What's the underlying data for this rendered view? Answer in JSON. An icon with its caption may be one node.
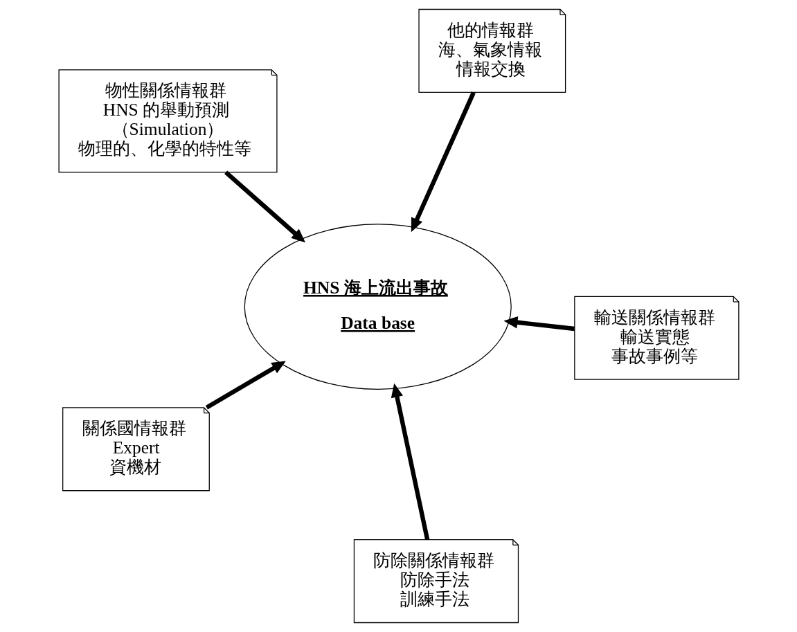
{
  "diagram": {
    "nodes": [
      {
        "text": [
          "物性關係情報群",
          "HNS 的舉動預測",
          "（Simulation）",
          "物理的、化學的特性等"
        ]
      },
      {
        "text": [
          "輸送關係情報群",
          "輸送實態",
          "事故事例等"
        ]
      },
      {
        "text": [
          "防除關係情報群",
          "防除手法",
          "訓練手法"
        ]
      },
      {
        "text": [
          "HNS 海上流出事故",
          "Data base"
        ]
      },
      {
        "text": [
          "他的情報群",
          "海、氣象情報",
          "情報交換"
        ]
      },
      {
        "text": [
          "關係國情報群",
          "Expert",
          "資機材"
        ]
      }
    ],
    "edges": [
      {
        "from": 0,
        "to": 3,
        "arrow": "to"
      },
      {
        "from": 1,
        "to": 3,
        "arrow": "to"
      },
      {
        "from": 2,
        "to": 3,
        "arrow": "to"
      },
      {
        "from": 4,
        "to": 3,
        "arrow": "to"
      },
      {
        "from": 5,
        "to": 3,
        "arrow": "to"
      }
    ]
  }
}
